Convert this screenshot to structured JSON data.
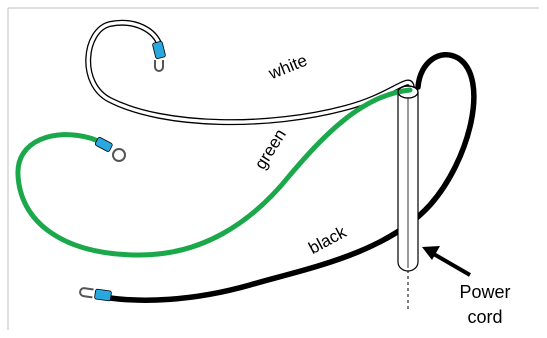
{
  "diagram": {
    "wires": [
      {
        "id": "white",
        "label": "white",
        "color": "#ffffff",
        "outline": "#000000"
      },
      {
        "id": "green",
        "label": "green",
        "color": "#1aa84a",
        "outline": "#000000"
      },
      {
        "id": "black",
        "label": "black",
        "color": "#000000",
        "outline": "#000000"
      }
    ],
    "power_cord": {
      "label_line1": "Power",
      "label_line2": "cord"
    },
    "insulation_color": "#29a8e0",
    "frame_color": "#bfbfbf"
  }
}
